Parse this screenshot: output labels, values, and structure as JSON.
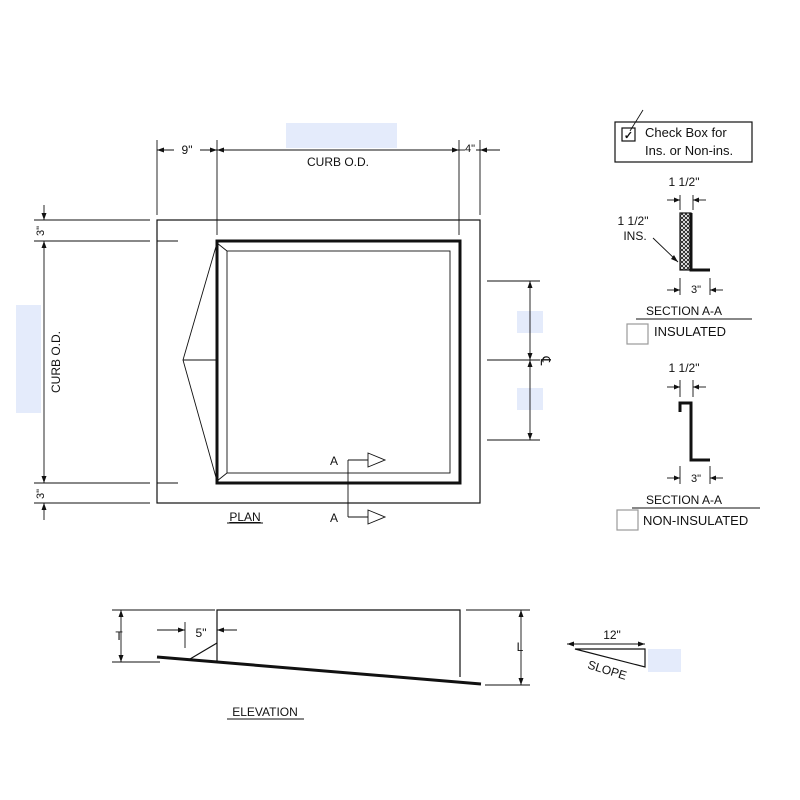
{
  "plan": {
    "dim_left": "9\"",
    "dim_curb_od_top": "CURB O.D.",
    "dim_right": "4\"",
    "dim_top_left": "3\"",
    "dim_curb_od_left": "CURB O.D.",
    "dim_bottom_left": "3\"",
    "centerline": "℄",
    "section_mark_top": "A",
    "section_mark_bottom": "A",
    "label": "PLAN"
  },
  "legend": {
    "check_box_line1": "Check Box for",
    "check_box_line2": "Ins. or Non-ins.",
    "checked_glyph": "✓"
  },
  "section_insulated": {
    "dim_top": "1 1/2\"",
    "callout_line1": "1 1/2\"",
    "callout_line2": "INS.",
    "dim_bottom": "3\"",
    "title": "SECTION A-A",
    "option_label": "INSULATED",
    "checked": false
  },
  "section_non_insulated": {
    "dim_top": "1 1/2\"",
    "dim_bottom": "3\"",
    "title": "SECTION A-A",
    "option_label": "NON-INSULATED",
    "checked": false
  },
  "elevation": {
    "dim_t": "T",
    "dim_5": "5\"",
    "dim_l": "L",
    "label": "ELEVATION"
  },
  "slope": {
    "dim_12": "12\"",
    "label": "SLOPE"
  },
  "colors": {
    "line": "#111111",
    "input_field": "#e4ebfb",
    "checkbox_border": "#9a9a9a"
  }
}
